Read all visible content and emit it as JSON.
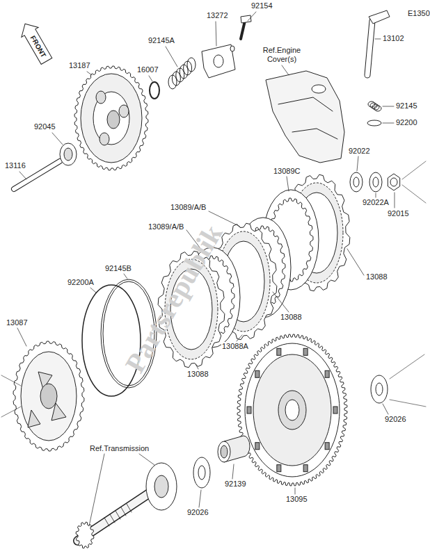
{
  "diagram": {
    "labels": [
      "E1350",
      "FRONT",
      "92154",
      "13102",
      "13272",
      "92145A",
      "16007",
      "13187",
      "Ref.Engine Cover(s)",
      "92145",
      "92200",
      "92045",
      "13116",
      "92022",
      "13089C",
      "92022A",
      "92015",
      "13089/A/B",
      "13089/A/B",
      "92145B",
      "92200A",
      "13088",
      "13088",
      "13088A",
      "13088",
      "13087",
      "92026",
      "Ref.Transmission",
      "92139",
      "92026",
      "13095",
      "Partsrepublik"
    ]
  }
}
